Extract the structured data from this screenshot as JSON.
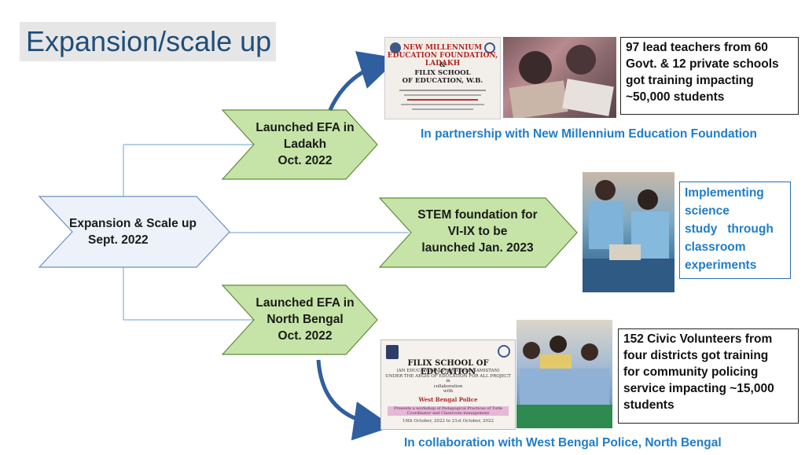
{
  "title": "Expansion/scale up",
  "root": {
    "line1": "Expansion & Scale up",
    "line2": "Sept. 2022"
  },
  "branches": [
    {
      "id": "ladakh",
      "line1": "Launched EFA  in",
      "line2": "Ladakh",
      "line3": "Oct. 2022"
    },
    {
      "id": "stem",
      "line1": "STEM foundation for",
      "line2": "VI-IX  to be",
      "line3": "launched Jan. 2023"
    },
    {
      "id": "north-bengal",
      "line1": "Launched EFA  in",
      "line2": "North Bengal",
      "line3": "Oct. 2022"
    }
  ],
  "ladakh_box": [
    "97 lead teachers from 60",
    "Govt. & 12 private schools",
    "got training impacting",
    "~50,000 students"
  ],
  "ladakh_caption": "In partnership with New Millennium Education Foundation",
  "stem_box": [
    "Implementing",
    "science",
    "study   through",
    "classroom",
    "experiments"
  ],
  "bengal_box": [
    "152 Civic Volunteers from",
    "four districts got training",
    "for community policing",
    "service impacting ~15,000",
    "students"
  ],
  "bengal_caption": "In collaboration with West Bengal Police, North Bengal",
  "banner_ladakh": {
    "line1": "NEW MILLENNIUM",
    "line2": "EDUCATION FOUNDATION, LADAKH",
    "line3": "&",
    "line4": "FILIX SCHOOL",
    "line5": "OF EDUCATION, W.B."
  },
  "banner_bengal": {
    "line1": "FILIX SCHOOL OF EDUCATION",
    "line2": "(AN EDUCATIONAL PROJECT OF NAMISTAN)",
    "line3": "UNDER THE AEGIS OF EDUCATION FOR ALL PROJECT",
    "line4": "in",
    "line5": "collaboration",
    "line6": "with",
    "line7": "West Bengal Police",
    "line8": "Presents a workshop of Pedagogical Practices of Tutle Coordinator and Classroom management",
    "line9": "19th October, 2022 to 21st October, 2022"
  },
  "colors": {
    "title_text": "#1f4e79",
    "title_bg": "#e6e6e6",
    "branch_fill": "#c6e4a8",
    "root_fill": "#edf2fa",
    "caption_blue": "#1f7dc9",
    "curve_blue": "#2f5f9f",
    "connector": "#8ab0d8"
  }
}
